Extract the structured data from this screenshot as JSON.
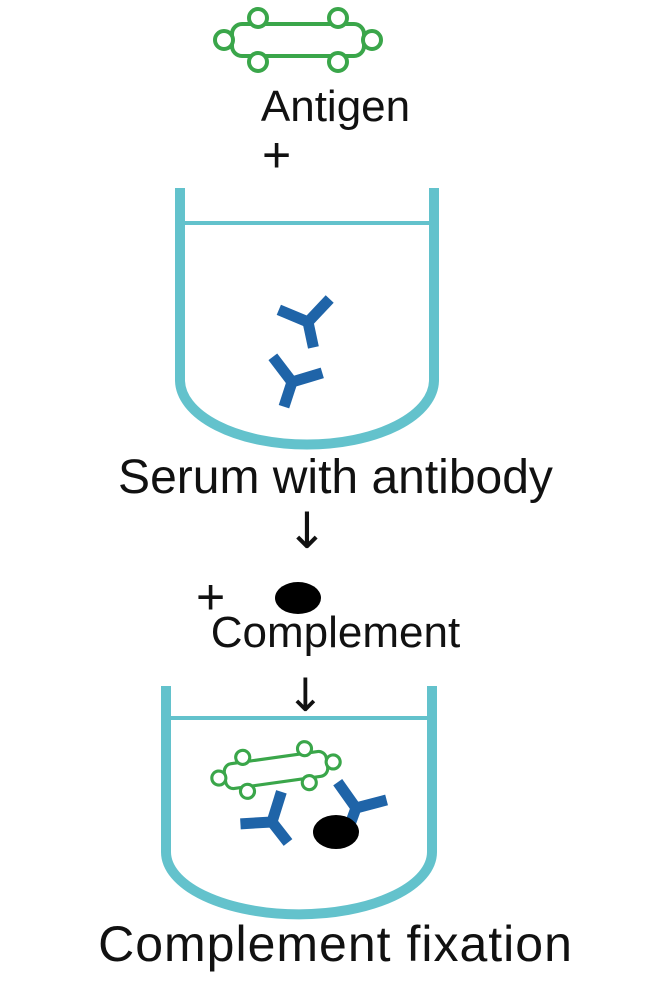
{
  "labels": {
    "antigen": "Antigen",
    "plus_1": "+",
    "serum": "Serum with antibody",
    "arrow_1": "↓",
    "plus_2": "+",
    "complement": "Complement",
    "arrow_2": "↓",
    "fixation": "Complement fixation"
  },
  "colors": {
    "antigen": "#3aa64a",
    "antibody": "#1f64a8",
    "tube": "#63c2cc",
    "complement": "#000000"
  },
  "icons": [
    "antigen-icon",
    "antibody-icon",
    "complement-icon",
    "test-tube-icon"
  ]
}
